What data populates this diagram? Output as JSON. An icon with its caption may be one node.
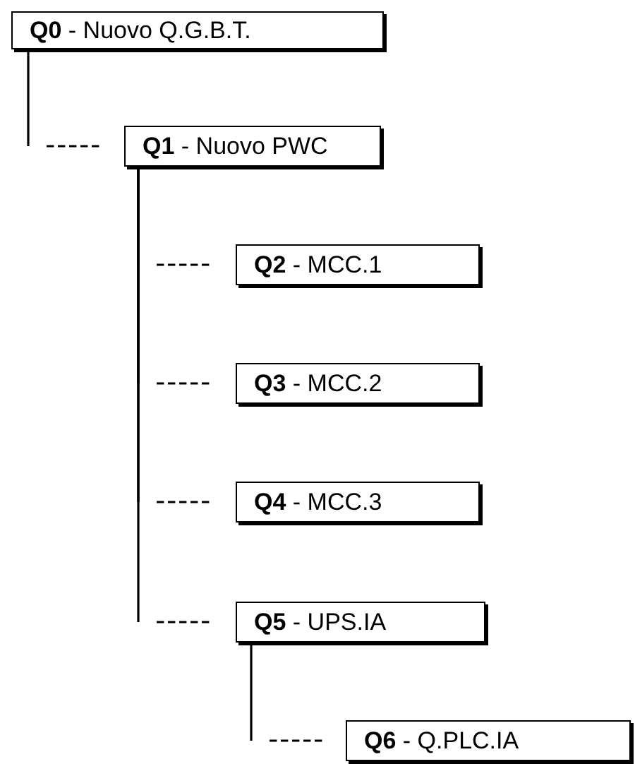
{
  "diagram": {
    "nodes": [
      {
        "text": [
          "**Q0** - Nuovo Q.G.B.T."
        ]
      },
      {
        "text": [
          "**Q1** - Nuovo PWC"
        ]
      },
      {
        "text": [
          "**Q2** - MCC.1"
        ]
      },
      {
        "text": [
          "**Q3** - MCC.2"
        ]
      },
      {
        "text": [
          "**Q4** - MCC.3"
        ]
      },
      {
        "text": [
          "**Q5** - UPS.IA"
        ]
      },
      {
        "text": [
          "**Q6** - Q.PLC.IA"
        ]
      }
    ],
    "edges": [
      {
        "from": 0,
        "to": 1,
        "arrow": "none",
        "style": "dashed"
      },
      {
        "from": 1,
        "to": 2,
        "arrow": "none",
        "style": "dashed"
      },
      {
        "from": 1,
        "to": 3,
        "arrow": "none",
        "style": "dashed"
      },
      {
        "from": 1,
        "to": 4,
        "arrow": "none",
        "style": "dashed"
      },
      {
        "from": 1,
        "to": 5,
        "arrow": "none",
        "style": "dashed"
      },
      {
        "from": 5,
        "to": 6,
        "arrow": "none",
        "style": "dashed"
      }
    ]
  }
}
